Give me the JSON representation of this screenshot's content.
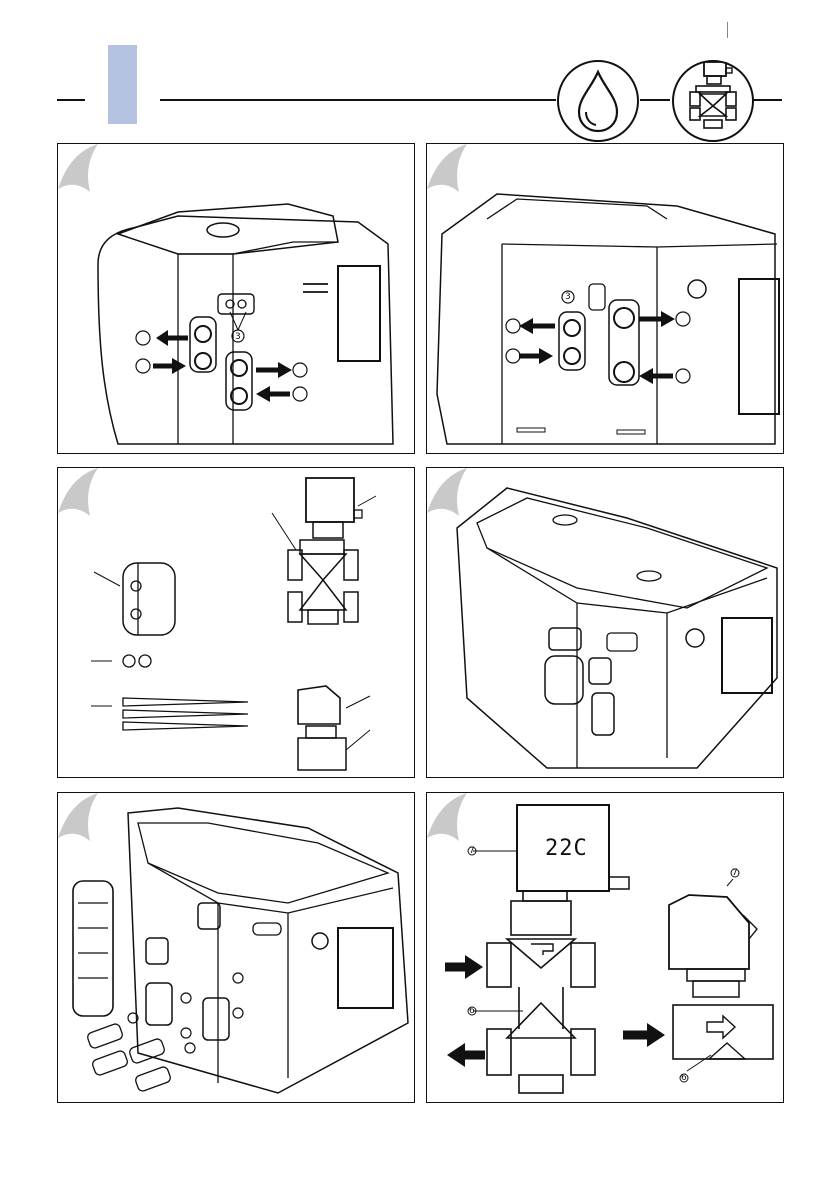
{
  "header": {
    "tab_color": "#b6c2e2",
    "icons": [
      "water-drop-icon",
      "valve-icon"
    ]
  },
  "panels": [
    {
      "id": "p1",
      "labels": {
        "port_connectors": "3"
      }
    },
    {
      "id": "p2",
      "labels": {
        "port_connectors": "3"
      }
    },
    {
      "id": "p3",
      "labels": {}
    },
    {
      "id": "p4",
      "labels": {}
    },
    {
      "id": "p5",
      "labels": {}
    },
    {
      "id": "p6",
      "labels": {
        "display": "22C",
        "valve_head_a": "7",
        "valve_body_a": "6",
        "valve_head_b": "7",
        "valve_body_b": "6"
      }
    }
  ]
}
